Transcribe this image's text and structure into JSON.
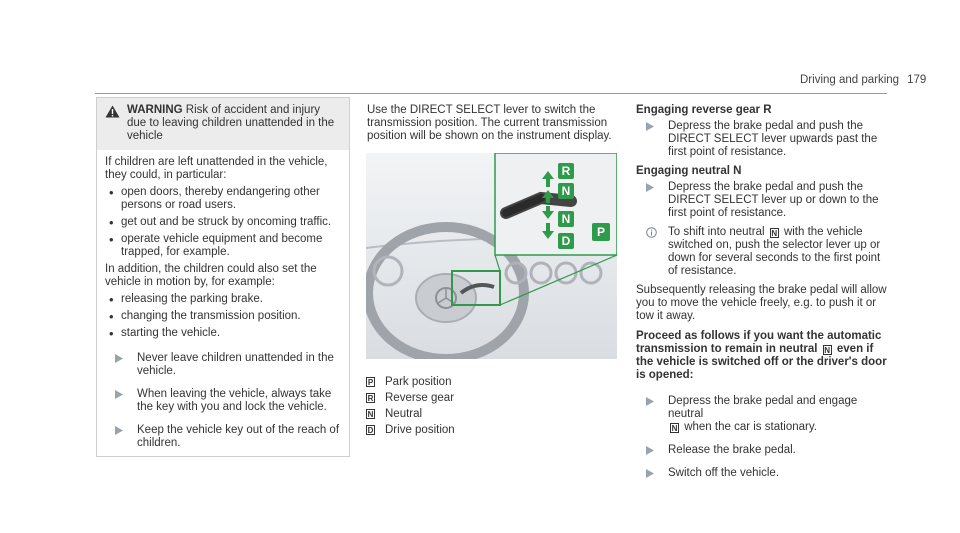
{
  "header": {
    "section": "Driving and parking",
    "page": "179"
  },
  "warning": {
    "label": "WARNING",
    "title_rest": " Risk of accident and injury due to leaving children unattended in the vehi­cle",
    "intro": "If children are left unattended in the vehicle, they could, in particular:",
    "items": [
      "open doors, thereby endangering other persons or road users.",
      "get out and be struck by oncoming traffic.",
      "operate vehicle equipment and become trapped, for example."
    ],
    "addition": "In addition, the children could also set the vehicle in motion by, for example:",
    "items2": [
      "releasing the parking brake.",
      "changing the transmission position.",
      "starting the vehicle."
    ],
    "steps": [
      "Never leave children unattended in the vehicle.",
      "When leaving the vehicle, always take the key with you and lock the vehicle.",
      "Keep the vehicle key out of the reach of children."
    ]
  },
  "middle": {
    "intro": "Use the DIRECT SELECT lever to switch the trans­mission position. The current transmission posi­tion will be shown on the instrument display.",
    "photo_labels": {
      "r": "R",
      "n1": "N",
      "n2": "N",
      "d": "D",
      "p": "P"
    },
    "legend": [
      {
        "symbol": "P",
        "text": "Park position"
      },
      {
        "symbol": "R",
        "text": "Reverse gear"
      },
      {
        "symbol": "N",
        "text": "Neutral"
      },
      {
        "symbol": "D",
        "text": "Drive position"
      }
    ]
  },
  "right": {
    "h_reverse": "Engaging reverse gear R",
    "s_reverse": "Depress the brake pedal and push the DIRECT SELECT lever upwards past the first point of resistance.",
    "h_neutral": "Engaging neutral N",
    "s_neutral": "Depress the brake pedal and push the DIRECT SELECT lever up or down to the first point of resistance.",
    "note_a": "To shift into neutral",
    "note_symbol": "N",
    "note_b": "with the vehicle switched on, push the selector lever up or down for several seconds to the first point of resistance.",
    "para": "Subsequently releasing the brake pedal will allow you to move the vehicle freely, e.g. to push it or tow it away.",
    "h_proceed_a": "Proceed as follows if you want the automatic transmission to remain in neutral",
    "h_proceed_symbol": "N",
    "h_proceed_b": "even if the vehicle is switched off or the driver's door is opened:",
    "s1_a": "Depress the brake pedal and engage neutral",
    "s1_symbol": "N",
    "s1_b": "when the car is stationary.",
    "s2": "Release the brake pedal.",
    "s3": "Switch off the vehicle."
  },
  "colors": {
    "accent_arrow": "#2b6fa8",
    "badge_green": "#2e9a4a",
    "warning_bg": "#ececec"
  }
}
